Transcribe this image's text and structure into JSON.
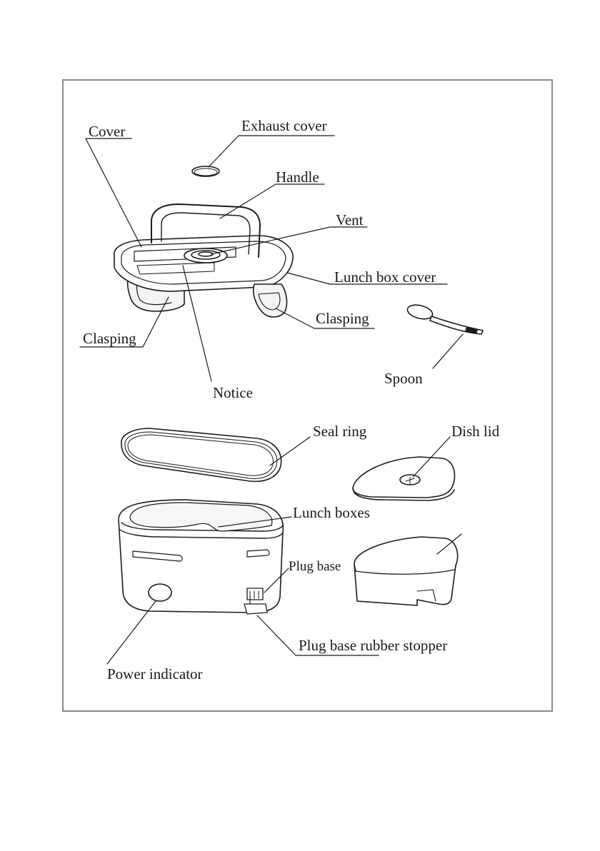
{
  "labels": {
    "exhaust_cover": "Exhaust cover",
    "cover": "Cover",
    "handle": "Handle",
    "vent": "Vent",
    "lunch_box_cover": "Lunch box cover",
    "clasping_right": "Clasping",
    "clasping_left": "Clasping",
    "spoon": "Spoon",
    "notice": "Notice",
    "seal_ring": "Seal ring",
    "dish_lid": "Dish lid",
    "lunch_boxes": "Lunch boxes",
    "plug_base": "Plug base",
    "plug_base_rubber_stopper": "Plug base rubber stopper",
    "power_indicator": "Power indicator"
  },
  "colors": {
    "ink": "#1a1a1a",
    "frame": "#8a8a8a",
    "shade": "#ececec"
  }
}
